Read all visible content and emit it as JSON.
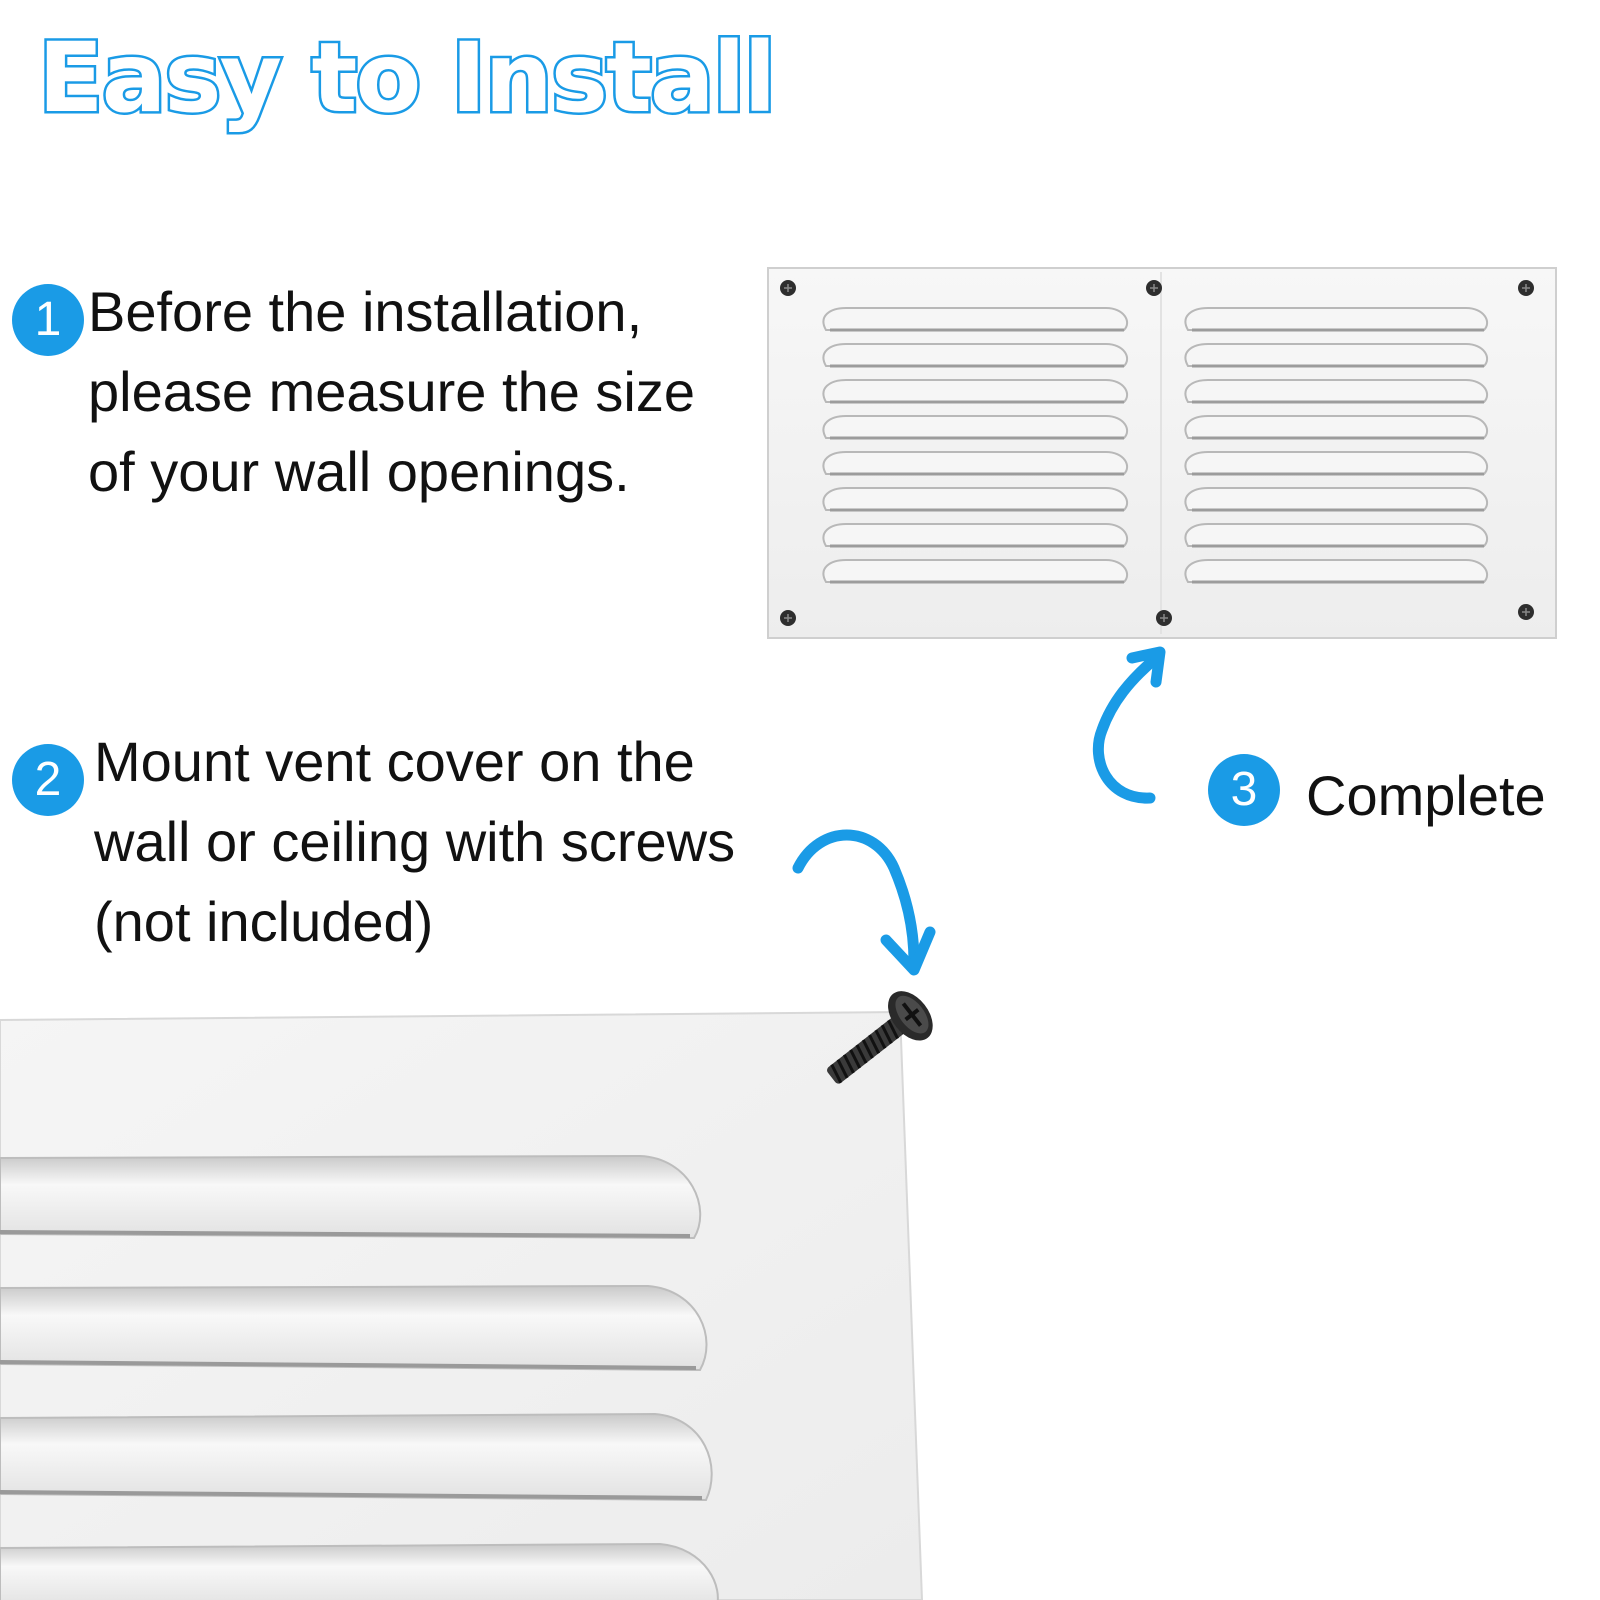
{
  "title": "Easy to Install",
  "steps": [
    {
      "number": "1",
      "lines": [
        "Before the installation,",
        "please measure the size",
        "of your wall openings."
      ]
    },
    {
      "number": "2",
      "lines": [
        "Mount vent cover on the",
        "wall or ceiling with screws",
        "(not included)"
      ]
    },
    {
      "number": "3",
      "lines": [
        "Complete"
      ]
    }
  ],
  "colors": {
    "accent": "#1a9be6",
    "vent_metal": "#f4f4f4",
    "screw": "#222222"
  },
  "icons": [
    "arrow-up-curved-icon",
    "arrow-down-curved-icon",
    "screw-icon"
  ]
}
